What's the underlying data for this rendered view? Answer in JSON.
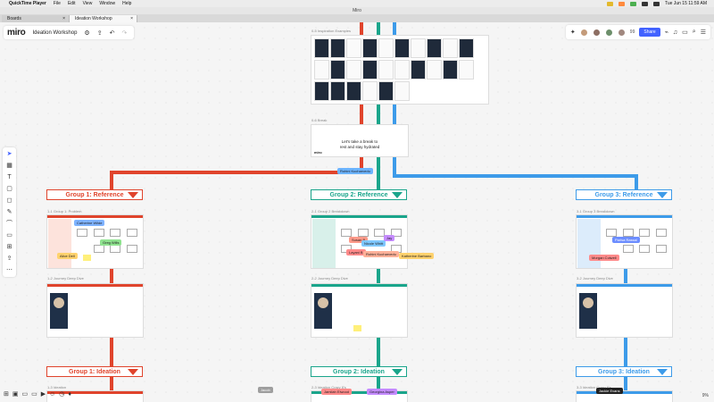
{
  "menubar": {
    "app": "QuickTime Player",
    "items": [
      "File",
      "Edit",
      "View",
      "Window",
      "Help"
    ],
    "clock": "Tue Jun 15  11:59 AM"
  },
  "window": {
    "title": "Miro"
  },
  "tabs": [
    {
      "label": "Boards"
    },
    {
      "label": "Ideation Workshop"
    }
  ],
  "toolbar": {
    "logo": "miro",
    "board_name": "Ideation Workshop",
    "collaborator_count": "99",
    "share_label": "Share"
  },
  "frames": {
    "inspiration": "0-5 Inspiration Examples",
    "break": "0-6 Break",
    "break_text_line1": "Let's take a break to",
    "break_text_line2": "rest and stay hydrated",
    "break_logo": "miro",
    "g1_problem": "1-1 Group 1: Problem",
    "g1_journey": "1-2 Journey Deep Dive",
    "g2_problem": "2-1 Group 2 Breakdown",
    "g2_journey": "2-2 Journey Deep Dive",
    "g3_problem": "3-1 Group 3 Breakdown",
    "g3_journey": "3-2 Journey Deep Dive",
    "g1_ideation_sub": "1-3 Ideation",
    "g2_ideation_sub": "2-3 Ideation Crazy 8's",
    "g3_ideation_sub": "3-3 Ideation Crazy 8's"
  },
  "headers": {
    "g1_ref": "Group 1: Reference",
    "g2_ref": "Group 2: Reference",
    "g3_ref": "Group 3: Reference",
    "g1_idea": "Group 1: Ideation",
    "g2_idea": "Group 2: Ideation",
    "g3_idea": "Group 3: Ideation"
  },
  "cursors": [
    {
      "name": "Rohini Kucharvedu",
      "color": "#6cb4ff"
    },
    {
      "name": "Catherine Wilde",
      "color": "#7fb3ff"
    },
    {
      "name": "Greg Wills",
      "color": "#8fe38f"
    },
    {
      "name": "Alice Dell",
      "color": "#ffd26e"
    },
    {
      "name": "Susan B",
      "color": "#ff9a8a"
    },
    {
      "name": "Nicole Whitt",
      "color": "#7fc8ff"
    },
    {
      "name": "Jay",
      "color": "#c58bff"
    },
    {
      "name": "Layani B",
      "color": "#ff8a8a"
    },
    {
      "name": "Rohini Kucharvedu",
      "color": "#ffb199"
    },
    {
      "name": "Katherine Barbano",
      "color": "#ffd26e"
    },
    {
      "name": "Parisa Rassal",
      "color": "#6c8dff"
    },
    {
      "name": "Morgan Colwell",
      "color": "#ff8a8a"
    },
    {
      "name": "Jacob",
      "color": "#9e9e9e"
    },
    {
      "name": "Jamilah Elwood",
      "color": "#ff8a8a"
    },
    {
      "name": "Georgina Asper",
      "color": "#c58bff"
    },
    {
      "name": "Jackie Evans",
      "color": "#222222"
    }
  ],
  "zoom": "9%",
  "colors": {
    "group1": "#e0442c",
    "group2": "#1aa58b",
    "group3": "#3d9be9",
    "accent": "#4262ff"
  }
}
